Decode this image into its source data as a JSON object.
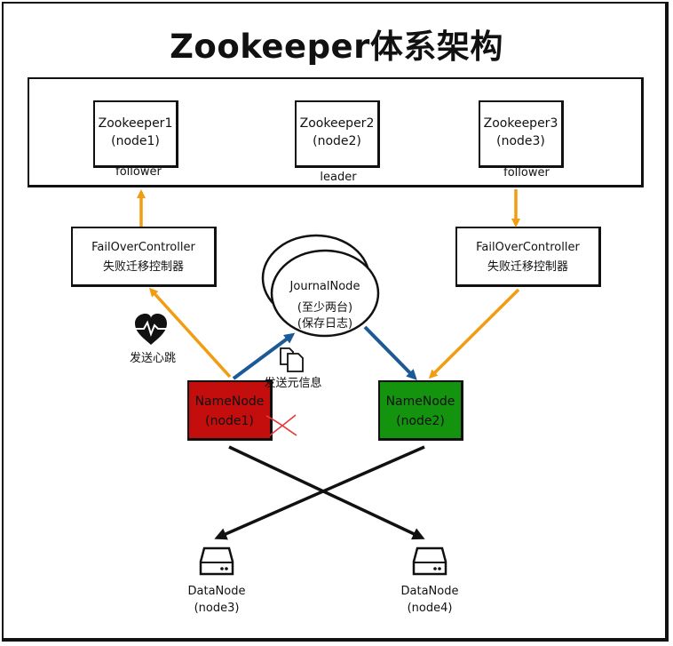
{
  "title": "Zookeeper体系架构",
  "zookeepers": [
    {
      "name": "Zookeeper1",
      "node": "(node1)",
      "role": "follower"
    },
    {
      "name": "Zookeeper2",
      "node": "(node2)",
      "role": "leader"
    },
    {
      "name": "Zookeeper3",
      "node": "(node3)",
      "role": "follower"
    }
  ],
  "failover_controllers": [
    {
      "name": "FailOverController",
      "subtitle": "失败迁移控制器"
    },
    {
      "name": "FailOverController",
      "subtitle": "失败迁移控制器"
    }
  ],
  "journal_node": {
    "name": "JournalNode",
    "line1": "(至少两台)",
    "line2": "(保存日志)"
  },
  "namenodes": [
    {
      "name": "NameNode",
      "node": "(node1)",
      "color": "#c40d0d"
    },
    {
      "name": "NameNode",
      "node": "(node2)",
      "color": "#14930f"
    }
  ],
  "heartbeat_label": "发送心跳",
  "metadata_label": "发送元信息",
  "datanodes": [
    {
      "name": "DataNode",
      "node": "(node3)"
    },
    {
      "name": "DataNode",
      "node": "(node4)"
    }
  ],
  "colors": {
    "orange_arrow": "#f29c12",
    "blue_arrow": "#1b5a96",
    "black_arrow": "#111111"
  },
  "icons": [
    "heart-pulse-icon",
    "documents-icon",
    "cross-mark-icon",
    "server-drive-icon"
  ]
}
